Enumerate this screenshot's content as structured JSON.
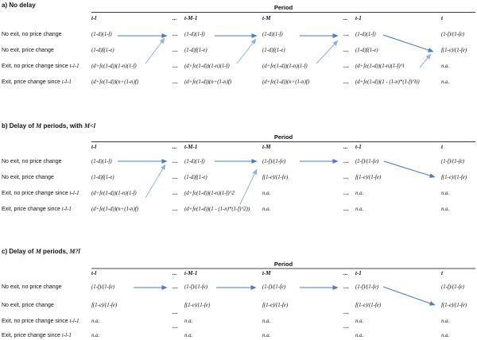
{
  "period_label": "Period",
  "columns": [
    "t-l",
    "...",
    "t-M-1",
    "t-M",
    "...",
    "t-1",
    "t"
  ],
  "sections": [
    {
      "id": "a",
      "title_parts": [
        {
          "t": "a) No delay",
          "i": false
        }
      ],
      "row_labels": [
        {
          "prefix": "No exit, no price change",
          "italic": ""
        },
        {
          "prefix": "No exit, price change",
          "italic": ""
        },
        {
          "prefix": "Exit, no price change since ",
          "italic": "t-l-1"
        },
        {
          "prefix": "Exit, price change since ",
          "italic": "t-l-1"
        }
      ],
      "cells": [
        [
          "(1-d)(1-f)",
          "...",
          "(1-d)(1-f)",
          "(1-d)(1-f)",
          "...",
          "(1-d)(1-f)",
          "(1-f)/(1-fe)"
        ],
        [
          "(1-d)f(1-e)",
          "...",
          "(1-d)f(1-e)",
          "(1-d)f(1-e)",
          "...",
          "(1-d)f(1-e)",
          "f(1-e)/(1-fe)"
        ],
        [
          "(d+fe(1-d))(1-n)(1-f)",
          "...",
          "(d+fe(1-d))(1-n)(1-f)",
          "(d+fe(1-d))(1-n)(1-f)",
          "...",
          "(d+fe(1-d))(1-n)(1-f)^l",
          "n.a."
        ],
        [
          "(d+fe(1-d))(n+(1-n)f)",
          "...",
          "(d+fe(1-d))(n+(1-n)f)",
          "(d+fe(1-d))(n+(1-n)f)",
          "...",
          "(d+fe(1-d))(1 - (1-n)*(1-f)^l))",
          "n.a."
        ]
      ],
      "arrows": {
        "solid": [
          [
            148,
            45,
            210,
            45
          ],
          [
            270,
            45,
            323,
            45
          ],
          [
            377,
            45,
            425,
            45
          ],
          [
            482,
            44,
            545,
            65
          ]
        ],
        "light": [
          [
            183,
            80,
            207,
            48
          ],
          [
            298,
            80,
            322,
            49
          ],
          [
            398,
            80,
            425,
            51
          ],
          [
            528,
            85,
            542,
            68
          ]
        ]
      }
    },
    {
      "id": "b",
      "title_parts": [
        {
          "t": "b) Delay of ",
          "i": false
        },
        {
          "t": "M",
          "i": true
        },
        {
          "t": " periods, with ",
          "i": false
        },
        {
          "t": "M<l",
          "i": true
        }
      ],
      "row_labels": [
        {
          "prefix": "No exit, no price change",
          "italic": ""
        },
        {
          "prefix": "No exit, price change",
          "italic": ""
        },
        {
          "prefix": "Exit, no price change since ",
          "italic": "t-l-1"
        },
        {
          "prefix": "Exit, price change since ",
          "italic": "t-l-1"
        }
      ],
      "cells": [
        [
          "(1-d)(1-f)",
          "...",
          "(1-d)(1-f)",
          "(1-f)/(1-fe)",
          "...",
          "(1-f)/(1-fe)",
          "(1-f)/(1-fe)"
        ],
        [
          "(1-d)f(1-e)",
          "...",
          "(1-d)f(1-e)",
          "f(1-e)/(1-fe)",
          "...",
          "f(1-e)/(1-fe)",
          "f(1-e)/(1-fe)"
        ],
        [
          "(d+fe(1-d))(1-n)(1-f)",
          "...",
          "(d+fe(1-d))(1-n)(1-f)^2",
          "n.a.",
          "...",
          "n.a.",
          "n.a."
        ],
        [
          "(d+fe(1-d))(n+(1-n)f)",
          "...",
          "(d+fe(1-d))(1 - (1-n)*(1-f)^2))",
          "n.a.",
          "...",
          "n.a.",
          "n.a."
        ]
      ],
      "arrows": {
        "solid": [
          [
            148,
            203,
            210,
            203
          ],
          [
            270,
            203,
            323,
            203
          ],
          [
            377,
            203,
            425,
            203
          ],
          [
            483,
            203,
            547,
            223
          ]
        ],
        "light": [
          [
            183,
            249,
            208,
            207
          ],
          [
            302,
            257,
            323,
            213
          ]
        ]
      }
    },
    {
      "id": "c",
      "title_parts": [
        {
          "t": "c) Delay of ",
          "i": false
        },
        {
          "t": "M",
          "i": true
        },
        {
          "t": " periods, ",
          "i": false
        },
        {
          "t": "M?l",
          "i": true
        }
      ],
      "row_labels": [
        {
          "prefix": "No exit, no price change",
          "italic": ""
        },
        {
          "prefix": "No exit, price change",
          "italic": ""
        },
        {
          "prefix": "Exit, no price change since ",
          "italic": "t-l-1"
        },
        {
          "prefix": "Exit, price change since ",
          "italic": "t-l-1"
        }
      ],
      "cells": [
        [
          "(1-f)/(1-fe)",
          "...",
          "(1-f)/(1-fe)",
          "(1-f)/(1-fe)",
          "...",
          "(1-f)/(1-fe)",
          "(1-f)/(1-fe)"
        ],
        [
          "f(1-e)/(1-fe)",
          "",
          "f(1-e)/(1-fe)",
          "f(1-e)/(1-fe)",
          "",
          "f(1-e)/(1-fe)",
          "f(1-e)/(1-fe)"
        ],
        [
          "n.a.",
          "...",
          "n.a.",
          "n.a.",
          "...",
          "n.a.",
          "n.a."
        ],
        [
          "n.a.",
          "...",
          "n.a.",
          "n.a.",
          "...",
          "n.a.",
          "n.a."
        ]
      ],
      "arrows": {
        "solid": [
          [
            168,
            362,
            210,
            362
          ],
          [
            272,
            362,
            322,
            362
          ],
          [
            377,
            362,
            425,
            362
          ],
          [
            482,
            361,
            547,
            384
          ]
        ],
        "light": []
      }
    }
  ],
  "arrow_colors": {
    "solid": "#4a7ebb",
    "light": "#8fb0de"
  }
}
